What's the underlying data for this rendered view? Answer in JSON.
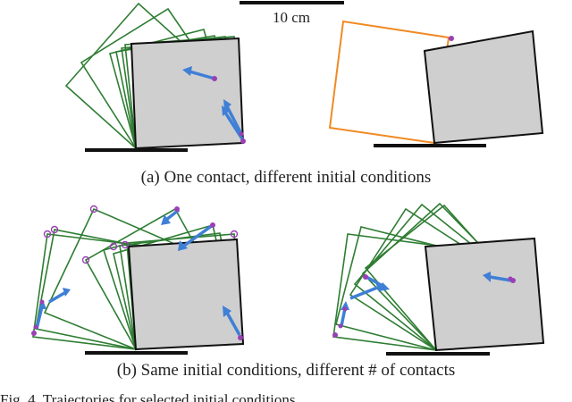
{
  "figure": {
    "scale_bar_label": "10 cm",
    "caption_a": "(a) One contact, different initial conditions",
    "caption_b": "(b) Same initial conditions, different # of contacts",
    "caption_trail": "Fig. 4. Trajectories for selected initial conditions"
  },
  "colors": {
    "trajectory_box": "#2e7d32",
    "final_box": "#111111",
    "box_fill": "#cfcfcf",
    "initial_box": "#f08a24",
    "contact_point": "#9a3fb5",
    "velocity_arrow": "#3f7fd6",
    "ground": "#111111"
  }
}
